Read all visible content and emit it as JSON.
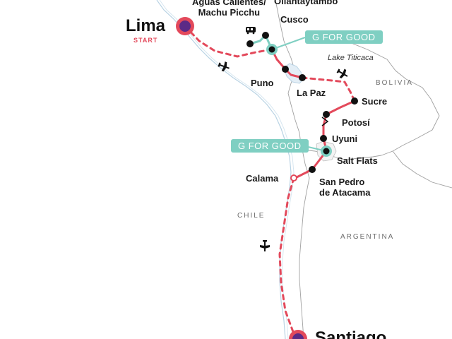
{
  "colors": {
    "route": "#e3495b",
    "g_for_good": "#7fcfc2",
    "stop": "#111111",
    "major_stop": "#5b2a86",
    "border": "#9a9a9a",
    "coast": "#9bbfd6"
  },
  "cities": {
    "lima": "Lima",
    "start_label": "START",
    "santiago": "Santiago"
  },
  "stops": {
    "aguas_calientes": "Aguas Calientes/\nMachu Picchu",
    "ollantaytambo": "Ollantaytambo",
    "cusco": "Cusco",
    "puno": "Puno",
    "la_paz": "La Paz",
    "sucre": "Sucre",
    "potosi": "Potosí",
    "uyuni": "Uyuni",
    "salt_flats": "Salt Flats",
    "calama": "Calama",
    "san_pedro": "San Pedro\nde Atacama"
  },
  "badges": {
    "g_for_good_1": "G FOR GOOD",
    "g_for_good_2": "G FOR GOOD"
  },
  "water": {
    "lake_titicaca": "Lake Titicaca"
  },
  "countries": {
    "bolivia": "BOLIVIA",
    "chile": "CHILE",
    "argentina": "ARGENTINA"
  },
  "icons": {
    "flight": "airplane-icon",
    "train": "train-icon",
    "bus": "bus-icon"
  }
}
